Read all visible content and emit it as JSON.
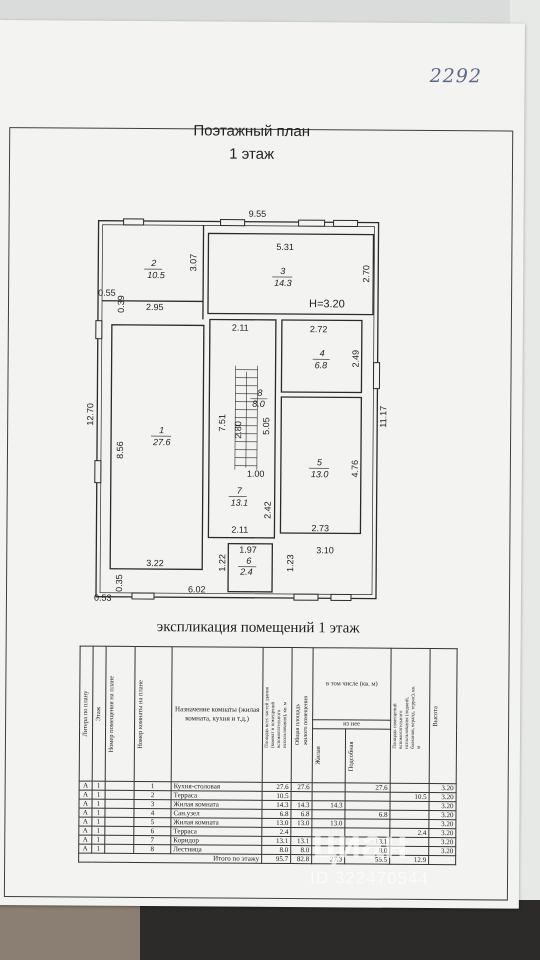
{
  "handwritten_number": "2292",
  "plan": {
    "title_line1": "Поэтажный план",
    "title_line2": "1 этаж",
    "height_label": "H=3.20",
    "dimensions": [
      "9.55",
      "5.31",
      "3.07",
      "2.70",
      "0.55",
      "0.39",
      "2.95",
      "2.11",
      "2.72",
      "2.49",
      "12.70",
      "8.56",
      "7.51",
      "2.80",
      "5.05",
      "11.17",
      "1.00",
      "4.76",
      "2.42",
      "2.11",
      "2.73",
      "3.10",
      "1.97",
      "1.22",
      "1.23",
      "3.22",
      "0.53",
      "0.35",
      "6.02"
    ],
    "rooms": [
      {
        "number": "2",
        "area": "10.5"
      },
      {
        "number": "3",
        "area": "14.3"
      },
      {
        "number": "1",
        "area": "27.6"
      },
      {
        "number": "4",
        "area": "6.8"
      },
      {
        "number": "8",
        "area": "8.0"
      },
      {
        "number": "7",
        "area": "13.1"
      },
      {
        "number": "5",
        "area": "13.0"
      },
      {
        "number": "6",
        "area": "2.4"
      }
    ]
  },
  "explication": {
    "title": "экспликация помещений 1 этаж",
    "headers": {
      "litera": "Литера по плану",
      "floor": "Этаж",
      "premise_no": "Номер помещения на плане",
      "room_no": "Номер комнаты на плане",
      "purpose": "Назначение комнаты (жилая комната, кухня и т.д.)",
      "total_area": "Площадь всех частей здания (комнат и помещений вспомогательного использования), кв. м",
      "living_total": "Общая площадь жилого помещения",
      "incl": "в том числе (кв. м)",
      "of_which": "из нее",
      "living": "Жилая",
      "auxiliary": "Подсобная",
      "balcony": "Площадь помещений вспомогательного использования (лоджий, балконов, веранд, террас), кв. м",
      "height": "Высота"
    },
    "rows": [
      {
        "litera": "А",
        "floor": "1",
        "premise": "",
        "room": "1",
        "name": "Кухня-столовая",
        "total": "27.6",
        "living_total": "27.6",
        "living": "",
        "aux": "27.6",
        "balcony": "",
        "height": "3.20"
      },
      {
        "litera": "А",
        "floor": "1",
        "premise": "",
        "room": "2",
        "name": "Терраса",
        "total": "10.5",
        "living_total": "",
        "living": "",
        "aux": "",
        "balcony": "10.5",
        "height": "3.20"
      },
      {
        "litera": "А",
        "floor": "1",
        "premise": "",
        "room": "3",
        "name": "Жилая комната",
        "total": "14.3",
        "living_total": "14.3",
        "living": "14.3",
        "aux": "",
        "balcony": "",
        "height": "3.20"
      },
      {
        "litera": "А",
        "floor": "1",
        "premise": "",
        "room": "4",
        "name": "Сан.узел",
        "total": "6.8",
        "living_total": "6.8",
        "living": "",
        "aux": "6.8",
        "balcony": "",
        "height": "3.20"
      },
      {
        "litera": "А",
        "floor": "1",
        "premise": "",
        "room": "5",
        "name": "Жилая комната",
        "total": "13.0",
        "living_total": "13.0",
        "living": "13.0",
        "aux": "",
        "balcony": "",
        "height": "3.20"
      },
      {
        "litera": "А",
        "floor": "1",
        "premise": "",
        "room": "6",
        "name": "Терраса",
        "total": "2.4",
        "living_total": "",
        "living": "",
        "aux": "",
        "balcony": "2.4",
        "height": "3.20"
      },
      {
        "litera": "А",
        "floor": "1",
        "premise": "",
        "room": "7",
        "name": "Коридор",
        "total": "13.1",
        "living_total": "13.1",
        "living": "",
        "aux": "13.1",
        "balcony": "",
        "height": "3.20"
      },
      {
        "litera": "А",
        "floor": "1",
        "premise": "",
        "room": "8",
        "name": "Лестница",
        "total": "8.0",
        "living_total": "8.0",
        "living": "",
        "aux": "8.0",
        "balcony": "",
        "height": "3.20"
      }
    ],
    "totals": {
      "label": "Итого по этажу",
      "total": "95.7",
      "living_total": "82.8",
      "living": "27.3",
      "aux": "55.5",
      "balcony": "12.9"
    }
  },
  "watermark": {
    "brand": "циан",
    "id": "ID 322470544"
  }
}
